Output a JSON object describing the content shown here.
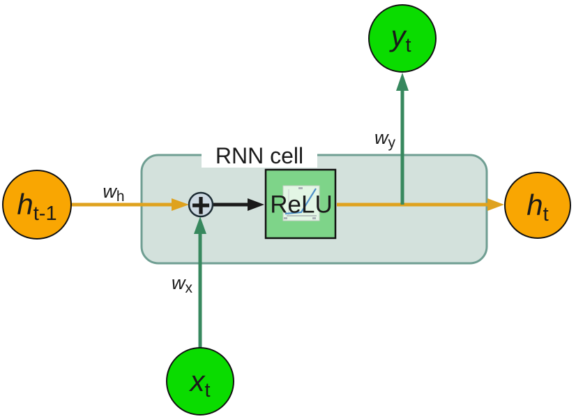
{
  "diagram": {
    "cell_label": "RNN cell",
    "nodes": {
      "h_prev": {
        "base": "h",
        "sub": "t-1"
      },
      "x_t": {
        "base": "x",
        "sub": "t"
      },
      "y_t": {
        "base": "y",
        "sub": "t"
      },
      "h_t": {
        "base": "h",
        "sub": "t"
      }
    },
    "weights": {
      "w_h": {
        "base": "w",
        "sub": "h"
      },
      "w_x": {
        "base": "w",
        "sub": "x"
      },
      "w_y": {
        "base": "w",
        "sub": "y"
      }
    },
    "sum_operator": "+",
    "activation_label": "ReLU"
  },
  "colors": {
    "node_orange": "#F9A602",
    "node_green": "#0ADC00",
    "node_border": "#111111",
    "arrow_orange": "#DFA21E",
    "arrow_green": "#37885E",
    "arrow_black": "#1A1A1A",
    "cell_fill": "#D3E1DC",
    "cell_border": "#6F9E92",
    "label_bg": "#FFFFFF",
    "sum_fill": "#CDD9E2",
    "sum_border": "#1C2B33",
    "relu_fill": "#7ED489",
    "relu_border": "#111111",
    "relu_text": "#D42E2E",
    "relu_curve": "#4E8FC7"
  }
}
